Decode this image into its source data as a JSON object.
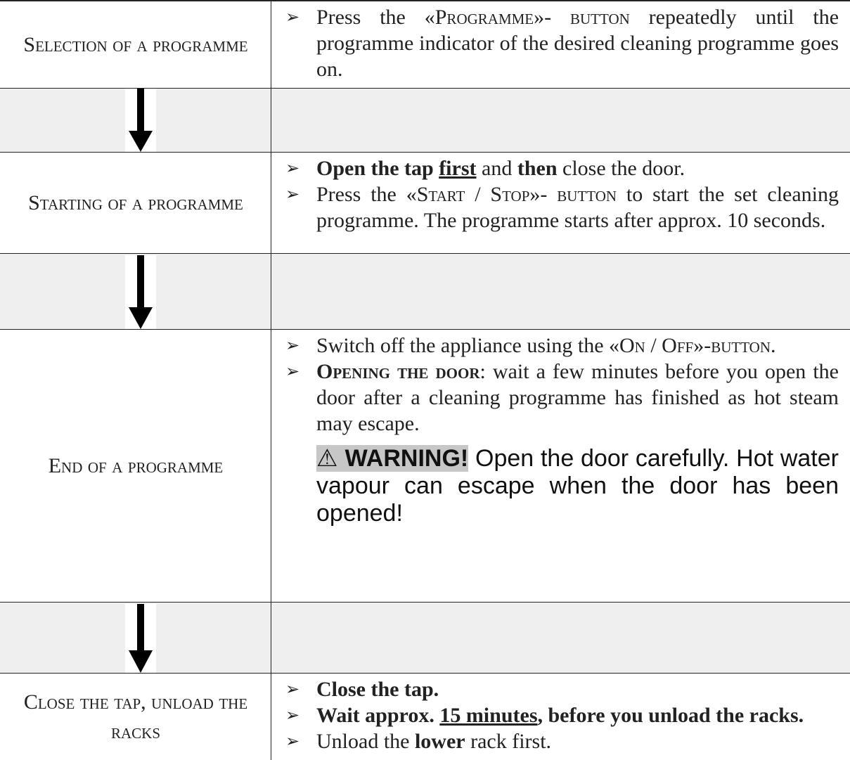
{
  "steps": [
    {
      "label": "Selection of a programme",
      "bullets": [
        {
          "parts": [
            {
              "t": "Press the «"
            },
            {
              "t": "Programme",
              "sc": true
            },
            {
              "t": "»-"
            },
            {
              "t": " button",
              "sc": true
            },
            {
              "t": " repeatedly until the programme indicator of the desired cleaning programme goes on."
            }
          ]
        }
      ]
    },
    {
      "label": "Starting of a programme",
      "bullets": [
        {
          "parts": [
            {
              "t": "Open the tap ",
              "b": true
            },
            {
              "t": "first",
              "b": true,
              "u": true
            },
            {
              "t": " and "
            },
            {
              "t": "then",
              "b": true
            },
            {
              "t": " close the door."
            }
          ]
        },
        {
          "parts": [
            {
              "t": "Press the «"
            },
            {
              "t": "Start / Stop",
              "sc": true
            },
            {
              "t": "»-"
            },
            {
              "t": " button",
              "sc": true
            },
            {
              "t": " to start the set cleaning programme. The programme starts after approx. 10 seconds."
            }
          ]
        }
      ]
    },
    {
      "label": "End of a programme",
      "bullets": [
        {
          "parts": [
            {
              "t": "Switch off the appliance using the «"
            },
            {
              "t": "On / Off",
              "sc": true
            },
            {
              "t": "»-"
            },
            {
              "t": "button",
              "sc": true
            },
            {
              "t": "."
            }
          ]
        },
        {
          "parts": [
            {
              "t": "Opening the door",
              "b": true,
              "sc": true
            },
            {
              "t": ": wait a few minutes before you open the door after a cleaning programme has finished as hot steam may escape."
            }
          ]
        }
      ],
      "warning": {
        "icon": "⚠",
        "head": "WARNING!",
        "text": " Open the door carefully. Hot water vapour can escape when the door has been opened!"
      }
    },
    {
      "label": "Close the tap, unload the racks",
      "bullets": [
        {
          "parts": [
            {
              "t": "Close the tap.",
              "b": true
            }
          ]
        },
        {
          "parts": [
            {
              "t": "Wait approx. ",
              "b": true
            },
            {
              "t": "15 minutes",
              "b": true,
              "u": true
            },
            {
              "t": ", before you unload the racks.",
              "b": true
            }
          ]
        },
        {
          "parts": [
            {
              "t": "Unload the "
            },
            {
              "t": "lower",
              "b": true
            },
            {
              "t": " rack first."
            }
          ]
        }
      ]
    }
  ],
  "arrow_icon": "down-arrow-icon",
  "bullet_icon": "arrowhead-bullet-icon"
}
